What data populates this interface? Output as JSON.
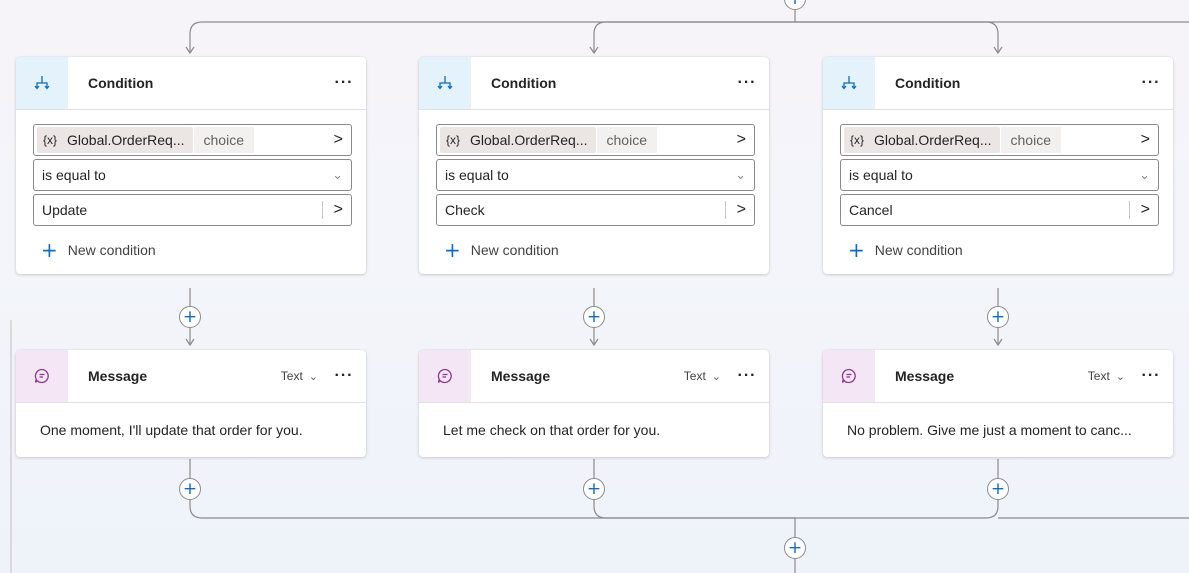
{
  "ui": {
    "more_glyph": "···",
    "add_glyph": "+",
    "chevron_right": ">",
    "chevron_down": "⌄",
    "plus_glyph": "+",
    "var_icon_text": "{x}"
  },
  "icons": {
    "condition": "branch-icon",
    "message": "chat-bubble-icon",
    "condition_icon_color": "#0f6cbd",
    "message_icon_color": "#8b3a8f"
  },
  "branches": [
    {
      "condition": {
        "title": "Condition",
        "variable": "Global.OrderReq...",
        "variable_type": "choice",
        "operator": "is equal to",
        "value": "Update",
        "new_condition_label": "New condition"
      },
      "message": {
        "title": "Message",
        "type_label": "Text",
        "text": "One moment, I'll update that order for you."
      }
    },
    {
      "condition": {
        "title": "Condition",
        "variable": "Global.OrderReq...",
        "variable_type": "choice",
        "operator": "is equal to",
        "value": "Check",
        "new_condition_label": "New condition"
      },
      "message": {
        "title": "Message",
        "type_label": "Text",
        "text": "Let me check on that order for you."
      }
    },
    {
      "condition": {
        "title": "Condition",
        "variable": "Global.OrderReq...",
        "variable_type": "choice",
        "operator": "is equal to",
        "value": "Cancel",
        "new_condition_label": "New condition"
      },
      "message": {
        "title": "Message",
        "type_label": "Text",
        "text": "No problem. Give me just a moment to canc..."
      }
    }
  ]
}
